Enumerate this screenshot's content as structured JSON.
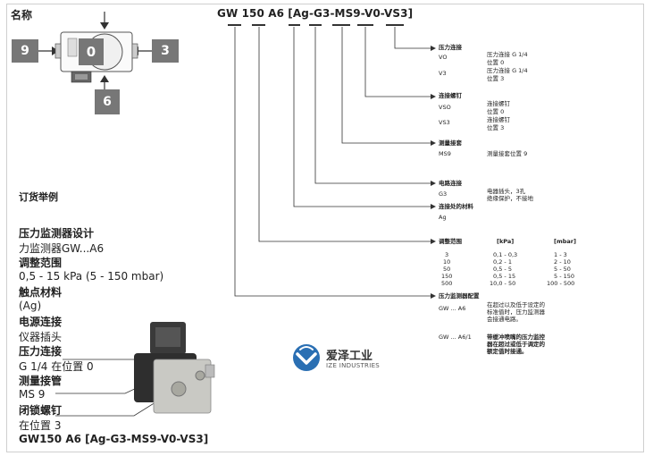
{
  "heading": "名称",
  "order_code": "GW 150 A6 [Ag-G3-MS9-V0-VS3]",
  "badges": {
    "left": "9",
    "center": "0",
    "right": "3",
    "bottom": "6"
  },
  "order_example": {
    "title": "订货举例",
    "items": [
      {
        "label": "压力监测器设计",
        "value": "力监测器GW...A6"
      },
      {
        "label": "调整范围",
        "value": "0,5 - 15 kPa (5 - 150 mbar)"
      },
      {
        "label": "触点材料",
        "value": "(Ag)"
      },
      {
        "label": "电源连接",
        "value": "仪器插头"
      },
      {
        "label": "压力连接",
        "value": "G 1/4 在位置 0"
      },
      {
        "label": "测量接管",
        "value": "MS 9"
      },
      {
        "label": "闭锁螺钉",
        "value": "在位置 3"
      }
    ],
    "footer": "GW150 A6 [Ag-G3-MS9-V0-VS3]"
  },
  "options": {
    "pressure_conn": {
      "title": "压力连接",
      "rows": [
        {
          "code": "VO",
          "desc1": "压力连接 G 1/4",
          "desc2": "位置 0"
        },
        {
          "code": "V3",
          "desc1": "压力连接 G 1/4",
          "desc2": "位置 3"
        }
      ]
    },
    "screw": {
      "title": "连接螺钉",
      "rows": [
        {
          "code": "VSO",
          "desc1": "连接螺钉",
          "desc2": "位置 0"
        },
        {
          "code": "VS3",
          "desc1": "连接螺钉",
          "desc2": "位置 3"
        }
      ]
    },
    "measure": {
      "title": "测量接套",
      "rows": [
        {
          "code": "MS9",
          "desc1": "测量接套位置 9"
        }
      ]
    },
    "power": {
      "title": "电路连接",
      "rows": [
        {
          "code": "G3",
          "desc1": "电器插头，3孔",
          "desc2": "绝缘保护，不接地"
        }
      ]
    },
    "material": {
      "title": "连接处的材料",
      "rows": [
        {
          "code": "Ag"
        }
      ]
    },
    "range": {
      "title": "调整范围",
      "col_kpa": "[kPa]",
      "col_mbar": "[mbar]",
      "rows": [
        {
          "code": "3",
          "kpa": "0,1  -  0,3",
          "mbar": "1  -    3"
        },
        {
          "code": "10",
          "kpa": "0,2  -    1",
          "mbar": "2  -   10"
        },
        {
          "code": "50",
          "kpa": "0,5  -    5",
          "mbar": "5  -   50"
        },
        {
          "code": "150",
          "kpa": "0,5  -   15",
          "mbar": "5  -  150"
        },
        {
          "code": "500",
          "kpa": "10,0  -  50",
          "mbar": "100  -  500"
        }
      ]
    },
    "design": {
      "title": "压力监测器配置",
      "rows": [
        {
          "code": "GW ... A6",
          "d1": "在超过以及低于设定的",
          "d2": "标准值时，压力监测器",
          "d3": "会接通电路。"
        },
        {
          "code": "GW ... A6/1",
          "d1": "带缓冲喷嘴的压力监控",
          "d2": "器在超过或低于调定的",
          "d3": "额定值时接通。"
        }
      ]
    }
  },
  "logo": {
    "name": "爱泽工业",
    "sub": "IZE INDUSTRIES"
  },
  "colors": {
    "badge": "#777777",
    "line": "#333333",
    "logo_blue": "#2a6fb3"
  }
}
